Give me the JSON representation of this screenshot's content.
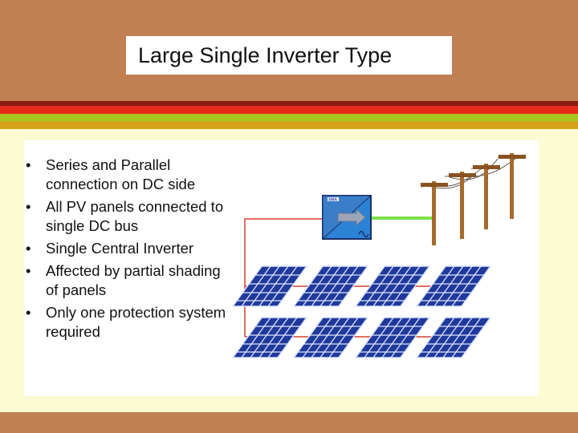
{
  "slide": {
    "title": "Large Single Inverter Type",
    "bullets": [
      "Series and Parallel connection on DC side",
      "All PV panels connected to single DC bus",
      "Single Central Inverter",
      "Affected by partial shading of panels",
      "Only one protection system required"
    ]
  },
  "diagram": {
    "inverter_label": "SMA",
    "icons": [
      "inverter-icon",
      "solar-panel-icon",
      "utility-pole-icon"
    ],
    "colors": {
      "background_band": "#c08052",
      "dc_wiring": "#d9402b",
      "ac_line": "#7ee04a",
      "inverter": "#2c83d6",
      "panel": "#1f3a9c",
      "pole": "#a86a2b"
    }
  }
}
